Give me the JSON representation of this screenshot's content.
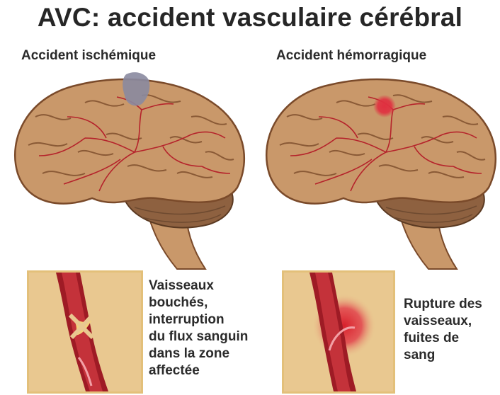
{
  "title": "AVC: accident vasculaire cérébral",
  "panels": {
    "ischemic": {
      "heading": "Accident ischémique",
      "caption": "Vaisseaux\nbouchés,\ninterruption\ndu flux sanguin\ndans la zone\naffectée"
    },
    "hemorrhagic": {
      "heading": "Accident hémorragique",
      "caption": "Rupture des\nvaisseaux,\nfuites de\nsang"
    }
  },
  "colors": {
    "brain": "#c9986a",
    "brain_outline": "#7a4a2a",
    "vessel": "#b5232b",
    "cerebellum": "#8e6140",
    "clot": "#8a8aa0",
    "bleed": "#e03040",
    "inset_bg": "#e9c890",
    "inset_border": "#e3c07a"
  }
}
